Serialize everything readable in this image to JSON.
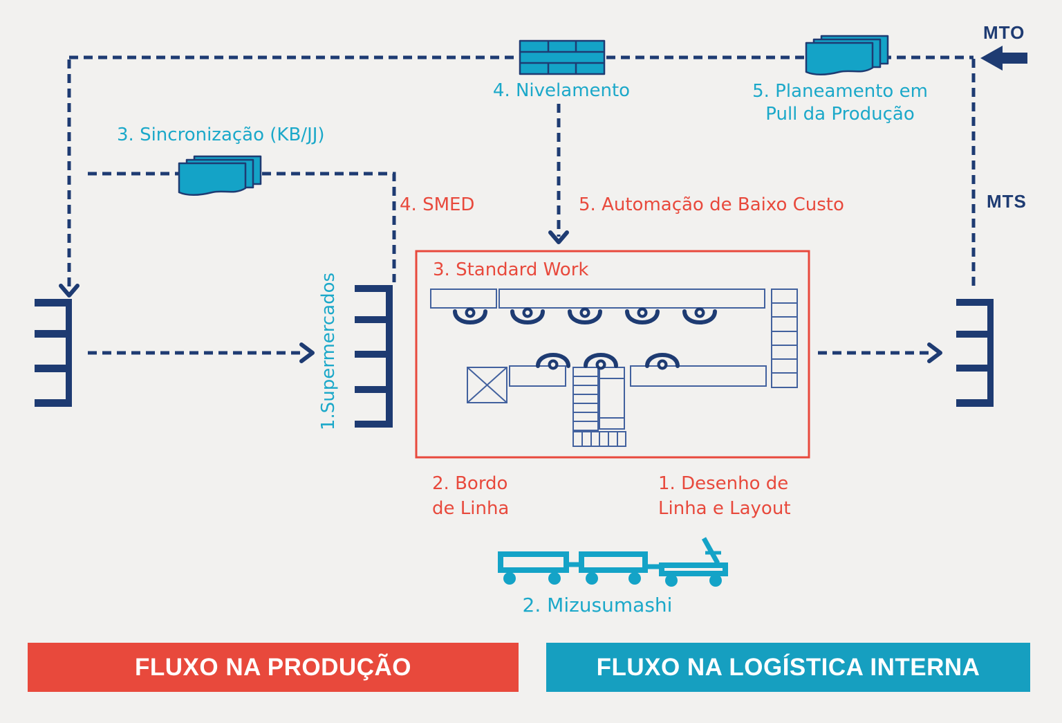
{
  "colors": {
    "background": "#f2f1ef",
    "navy": "#1e3b72",
    "box_line": "#42619e",
    "teal": "#14a3c7",
    "teal_text": "#1ba8c9",
    "red": "#e8493c",
    "banner_red": "#e8493c",
    "banner_teal": "#169fc0",
    "white": "#ffffff"
  },
  "legend": {
    "mto": "MTO",
    "mts": "MTS"
  },
  "logistics_steps": {
    "supermercados": "1.Supermercados",
    "mizusumashi": "2. Mizusumashi",
    "sincronizacao": "3. Sincronização (KB/JJ)",
    "nivelamento": "4. Nivelamento",
    "planeamento_line1": "5. Planeamento em",
    "planeamento_line2": "Pull da Produção"
  },
  "production_steps": {
    "desenho_line1": "1. Desenho de",
    "desenho_line2": "Linha e Layout",
    "bordo_line1": "2. Bordo",
    "bordo_line2": "de Linha",
    "standard_work": "3. Standard Work",
    "smed": "4. SMED",
    "automacao": "5. Automação de Baixo Custo"
  },
  "banners": {
    "producao": "FLUXO NA PRODUÇÃO",
    "logistica": "FLUXO NA LOGÍSTICA INTERNA"
  },
  "icons": {
    "heijunka": "heijunka-box-icon",
    "kanban_planeamento": "kanban-cards-icon",
    "kanban_sincronizacao": "kanban-cards-icon",
    "rack_left": "supermarket-rack-icon",
    "rack_middle": "supermarket-rack-icon",
    "rack_right": "supermarket-rack-icon",
    "operator": "operator-icon",
    "train": "mizusumashi-train-icon",
    "mto_arrow": "arrow-left-icon"
  }
}
